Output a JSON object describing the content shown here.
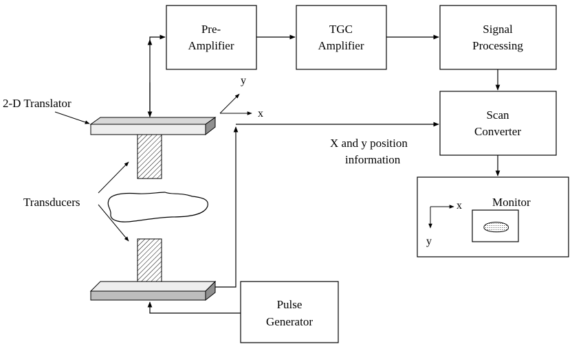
{
  "blocks": {
    "preamp": [
      "Pre-",
      "Amplifier"
    ],
    "tgc": [
      "TGC",
      "Amplifier"
    ],
    "signal": [
      "Signal",
      "Processing"
    ],
    "scan": [
      "Scan",
      "Converter"
    ],
    "pulse": [
      "Pulse",
      "Generator"
    ]
  },
  "labels": {
    "translator": "2-D Translator",
    "transducers": "Transducers",
    "position": [
      "X and y position",
      "information"
    ],
    "monitor": "Monitor"
  },
  "axes": {
    "top_x": "x",
    "top_y": "y",
    "monitor_x": "x",
    "monitor_y": "y"
  }
}
